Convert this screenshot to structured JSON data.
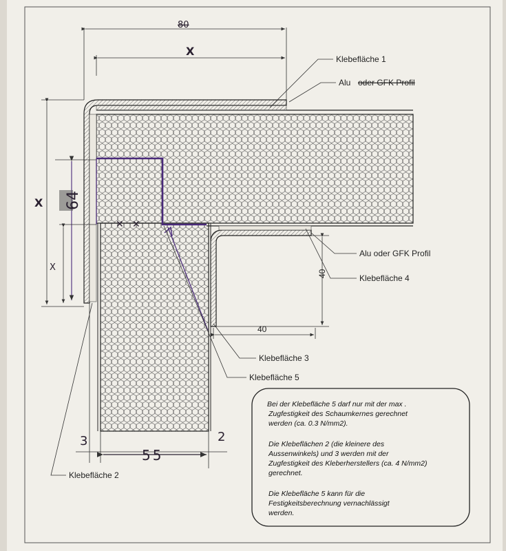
{
  "labels": {
    "klebeflaeche_1": "Klebefläche 1",
    "profil_top": "Alu oder GFK Profil",
    "profil_top_struck": "oder GFK Profil",
    "alu_prefix": "Alu",
    "profil_inner": "Alu oder GFK Profil",
    "klebeflaeche_4": "Klebefläche 4",
    "klebeflaeche_3": "Klebefläche 3",
    "klebeflaeche_5": "Klebefläche 5",
    "klebeflaeche_2": "Klebefläche 2"
  },
  "dimensions": {
    "top_outer": "80",
    "top_inner": "X",
    "inner_vertical": "40",
    "inner_horizontal": "40",
    "bottom_left": "3",
    "bottom_middle": "55",
    "bottom_right": "2",
    "left_outer": "X",
    "left_handwritten": "64",
    "left_inner": "X"
  },
  "note": {
    "lines": [
      "Bei der Klebefläche 5 darf nur mit der max .",
      "Zugfestigkeit des Schaumkernes gerechnet",
      "werden (ca. 0.3 N/mm2).",
      "",
      "Die Klebeflächen 2 (die kleinere des",
      "Aussenwinkels) und 3 werden mit der",
      "Zugfestigkeit des Kleberherstellers (ca. 4 N/mm2)",
      "gerechnet.",
      "",
      "Die Klebefläche 5 kann für die",
      "Festigkeitsberechnung vernachlässigt",
      "werden."
    ]
  },
  "colors": {
    "paper": "#f1efe9",
    "ink": "#2b2b2b",
    "pen": "#4a2a7a",
    "background": "#dcd8d0"
  }
}
